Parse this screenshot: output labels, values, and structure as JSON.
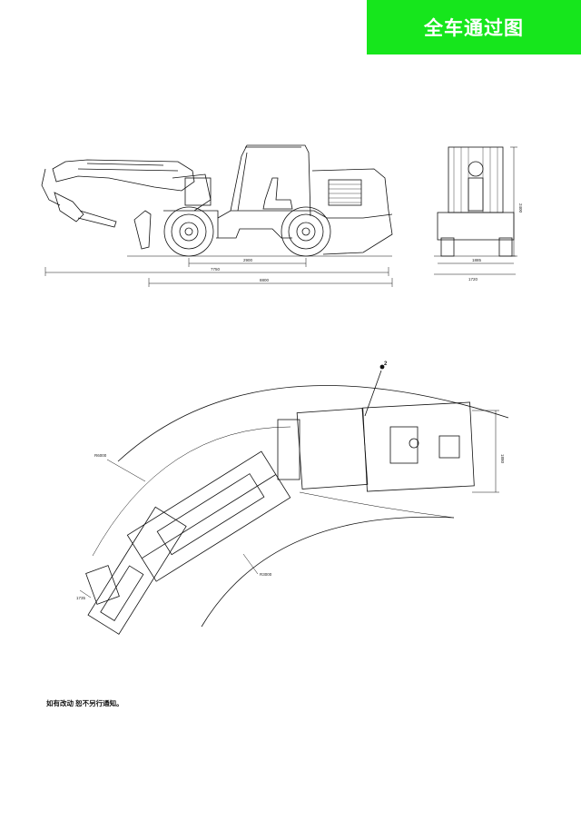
{
  "header": {
    "title": "全车通过图"
  },
  "side_view": {
    "dims": {
      "wheelbase": "2900",
      "body": "7750",
      "overall": "8800"
    }
  },
  "front_view": {
    "dims": {
      "track": "1885",
      "width": "1720",
      "height": "2400"
    }
  },
  "plan_view": {
    "callout": "2",
    "dims": {
      "outer_radius": "R6000",
      "inner_radius": "R3000",
      "width": "1880",
      "bucket": "1735"
    }
  },
  "footer": {
    "note": "如有改动 恕不另行通知。"
  }
}
